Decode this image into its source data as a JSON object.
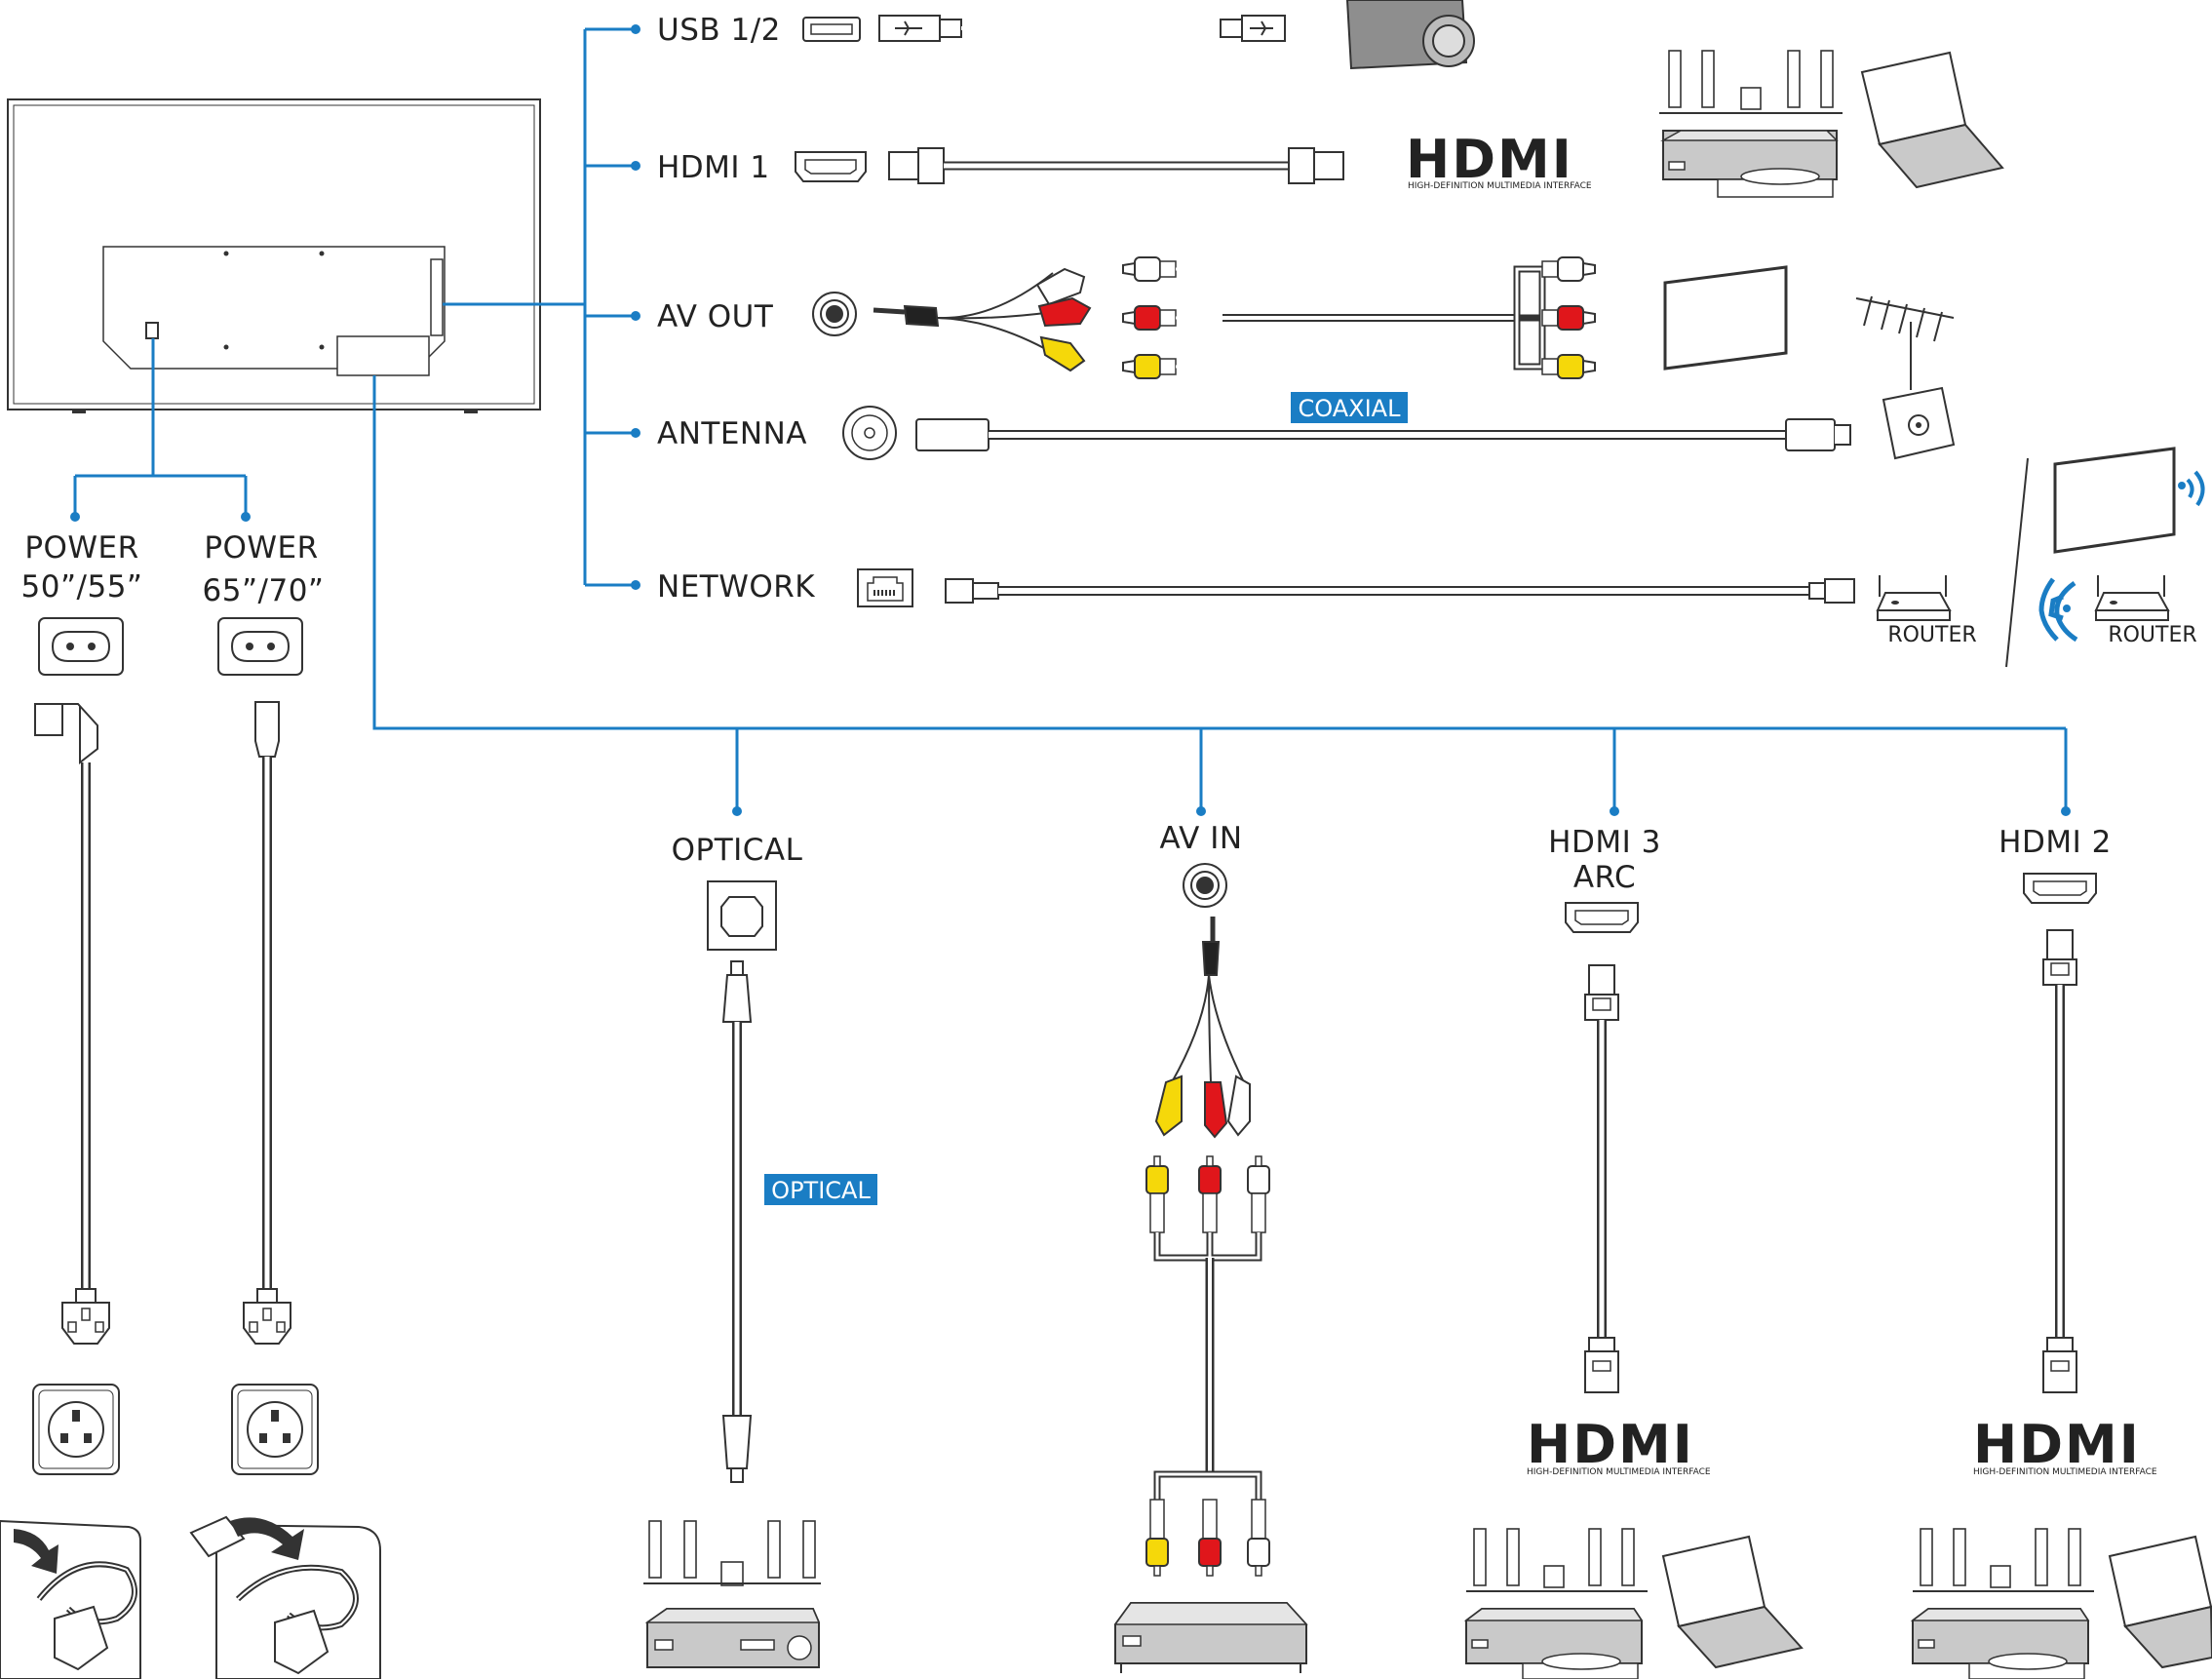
{
  "ports": {
    "usb": "USB 1/2",
    "hdmi1": "HDMI 1",
    "av_out": "AV OUT",
    "antenna": "ANTENNA",
    "network": "NETWORK",
    "optical": "OPTICAL",
    "av_in": "AV IN",
    "hdmi3": "HDMI 3",
    "hdmi3_sub": "ARC",
    "hdmi2": "HDMI 2"
  },
  "power": {
    "left_title": "POWER",
    "left_size": "50”/55”",
    "right_title": "POWER",
    "right_size": "65”/70”"
  },
  "tags": {
    "coaxial": "COAXIAL",
    "optical": "OPTICAL"
  },
  "devices": {
    "router_wired": "ROUTER",
    "router_wireless": "ROUTER"
  },
  "logos": {
    "hdmi": "HDMI",
    "hdmi_sub": "HIGH-DEFINITION MULTIMEDIA INTERFACE"
  },
  "colors": {
    "connector_lines": "#1a7dc4",
    "tag_background": "#1a7dc4",
    "rca_red": "#e0161b",
    "rca_yellow": "#f5d80a",
    "rca_white": "#ffffff"
  }
}
